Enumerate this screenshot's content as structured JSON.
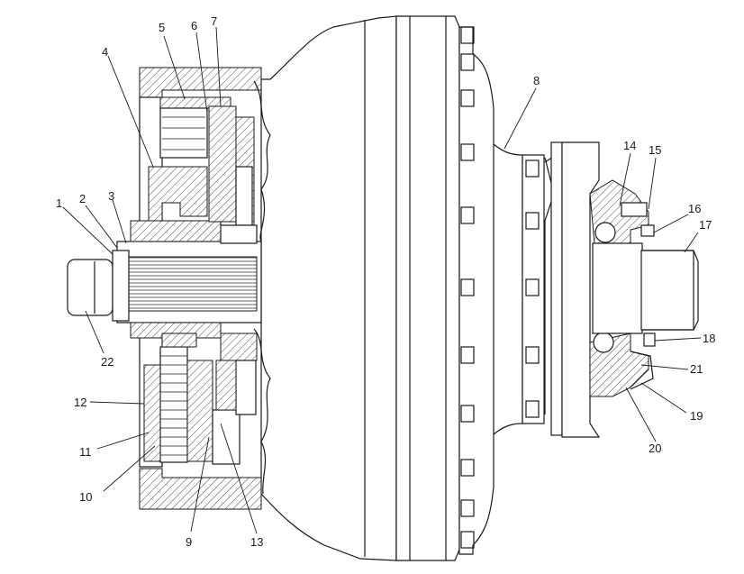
{
  "callouts": [
    {
      "id": "1",
      "label": "1"
    },
    {
      "id": "2",
      "label": "2"
    },
    {
      "id": "3",
      "label": "3"
    },
    {
      "id": "4",
      "label": "4"
    },
    {
      "id": "5",
      "label": "5"
    },
    {
      "id": "6",
      "label": "6"
    },
    {
      "id": "7",
      "label": "7"
    },
    {
      "id": "8",
      "label": "8"
    },
    {
      "id": "9",
      "label": "9"
    },
    {
      "id": "10",
      "label": "10"
    },
    {
      "id": "11",
      "label": "11"
    },
    {
      "id": "12",
      "label": "12"
    },
    {
      "id": "13",
      "label": "13"
    },
    {
      "id": "14",
      "label": "14"
    },
    {
      "id": "15",
      "label": "15"
    },
    {
      "id": "16",
      "label": "16"
    },
    {
      "id": "17",
      "label": "17"
    },
    {
      "id": "18",
      "label": "18"
    },
    {
      "id": "19",
      "label": "19"
    },
    {
      "id": "20",
      "label": "20"
    },
    {
      "id": "21",
      "label": "21"
    },
    {
      "id": "22",
      "label": "22"
    }
  ]
}
